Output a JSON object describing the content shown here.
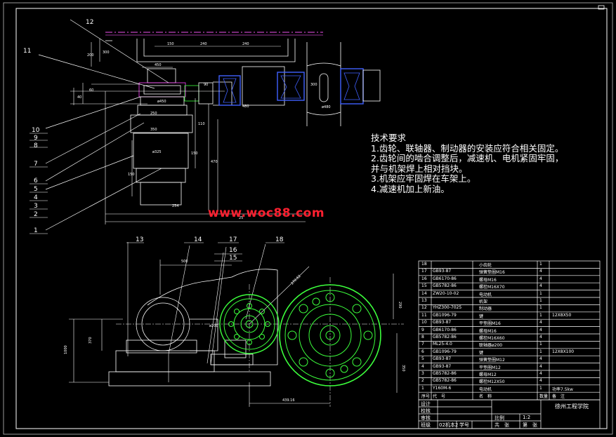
{
  "drawing": {
    "watermark": "www.woc88.com",
    "tech_requirements": {
      "title": "技术要求",
      "lines": [
        "1.齿轮、联轴器、制动器的安装应符合相关固定。",
        "2.齿轮间的啮合调整后，减速机、电机紧固牢固，",
        "并与机架焊上相对挡块。",
        "3.机架应牢固焊在车架上。",
        "4.减速机加上新油。"
      ]
    },
    "top_view_dims": [
      "150",
      "240",
      "240",
      "450",
      "200",
      "300",
      "40",
      "60",
      "90",
      "480",
      "300",
      "110",
      "150",
      "350",
      "250",
      "ø325",
      "150",
      "470",
      "254",
      "25",
      "ø480",
      "ø450"
    ],
    "balloons_top": [
      "12",
      "11",
      "10",
      "9",
      "8",
      "7",
      "6",
      "5",
      "4",
      "3",
      "2",
      "1"
    ],
    "balloons_bottom": [
      "13",
      "14",
      "17",
      "16",
      "15",
      "18"
    ],
    "front_view_dims": [
      "500",
      "370",
      "1000",
      "290",
      "350",
      "270.62",
      "439.16",
      "ø200"
    ],
    "parts_table": {
      "rows": [
        {
          "no": "18",
          "code": "",
          "name": "小齿轮",
          "qty": "1",
          "note": ""
        },
        {
          "no": "17",
          "code": "GB93-87",
          "name": "弹簧垫圈M16",
          "qty": "4",
          "note": ""
        },
        {
          "no": "16",
          "code": "GB6170-86",
          "name": "螺母M16",
          "qty": "4",
          "note": ""
        },
        {
          "no": "15",
          "code": "GB5782-86",
          "name": "螺栓M16X70",
          "qty": "4",
          "note": ""
        },
        {
          "no": "14",
          "code": "ZW20-10-02",
          "name": "电动机",
          "qty": "1",
          "note": ""
        },
        {
          "no": "13",
          "code": "",
          "name": "机架",
          "qty": "1",
          "note": ""
        },
        {
          "no": "12",
          "code": "YHZ300-7025",
          "name": "制动器",
          "qty": "1",
          "note": ""
        },
        {
          "no": "11",
          "code": "GB1096-79",
          "name": "键",
          "qty": "1",
          "note": "12X8X50"
        },
        {
          "no": "10",
          "code": "GB93-87",
          "name": "平垫圈M16",
          "qty": "4",
          "note": ""
        },
        {
          "no": "9",
          "code": "GB6170-86",
          "name": "螺母M16",
          "qty": "4",
          "note": ""
        },
        {
          "no": "8",
          "code": "GB5782-86",
          "name": "螺栓M16X60",
          "qty": "4",
          "note": ""
        },
        {
          "no": "7",
          "code": "ML25-4.0",
          "name": "联轴器ø200",
          "qty": "1",
          "note": ""
        },
        {
          "no": "6",
          "code": "GB1096-79",
          "name": "键",
          "qty": "1",
          "note": "12X8X100"
        },
        {
          "no": "5",
          "code": "GB93-87",
          "name": "弹簧垫圈M12",
          "qty": "4",
          "note": ""
        },
        {
          "no": "4",
          "code": "GB93-87",
          "name": "平垫圈M12",
          "qty": "4",
          "note": ""
        },
        {
          "no": "3",
          "code": "GB5782-86",
          "name": "螺母M12",
          "qty": "4",
          "note": ""
        },
        {
          "no": "2",
          "code": "GB5782-86",
          "name": "螺栓M12X50",
          "qty": "4",
          "note": ""
        },
        {
          "no": "1",
          "code": "Y160M-6",
          "name": "电动机",
          "qty": "1",
          "note": "功率7.5kw"
        }
      ],
      "header": {
        "no": "序号",
        "code": "代　号",
        "name": "名　称",
        "qty": "数量",
        "note": "备　注"
      }
    },
    "title_block": {
      "rows_left": [
        "设计",
        "校核",
        "审核",
        "班级"
      ],
      "scale_label": "比例",
      "scale_value": "1:2",
      "class_value": "02机本2",
      "student_no_label": "学号",
      "school": "徐州工程学院",
      "grade_cells": [
        "共　张",
        "第　张"
      ]
    }
  }
}
